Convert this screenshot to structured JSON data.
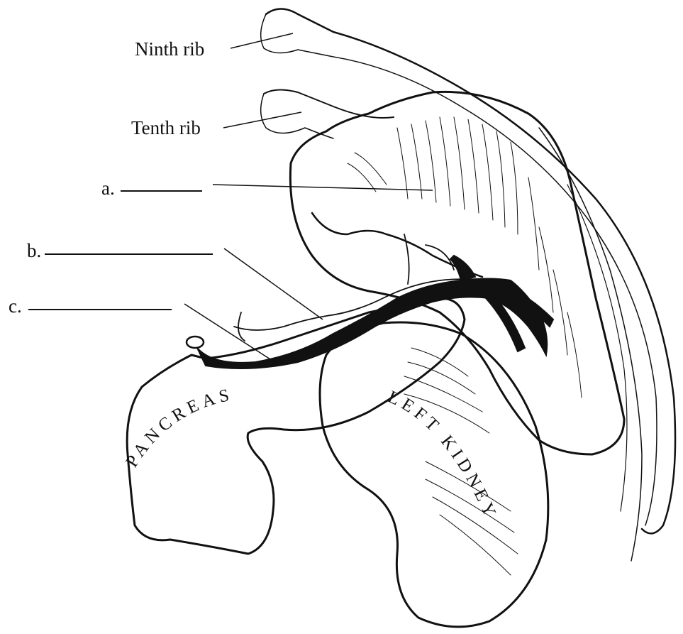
{
  "labels": {
    "ninth_rib": "Ninth rib",
    "tenth_rib": "Tenth rib",
    "a": "a.",
    "b": "b.",
    "c": "c."
  },
  "organs": {
    "pancreas": "PANCREAS",
    "left_kidney": "LEFT KIDNEY"
  }
}
